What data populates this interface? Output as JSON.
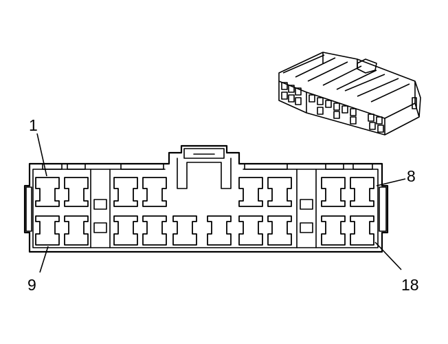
{
  "diagram": {
    "colors": {
      "line": "#000000",
      "background": "#ffffff"
    },
    "pin_labels": {
      "pin1": "1",
      "pin8": "8",
      "pin9": "9",
      "pin18": "18"
    },
    "views": [
      "connector-face-view",
      "connector-isometric-view"
    ]
  }
}
